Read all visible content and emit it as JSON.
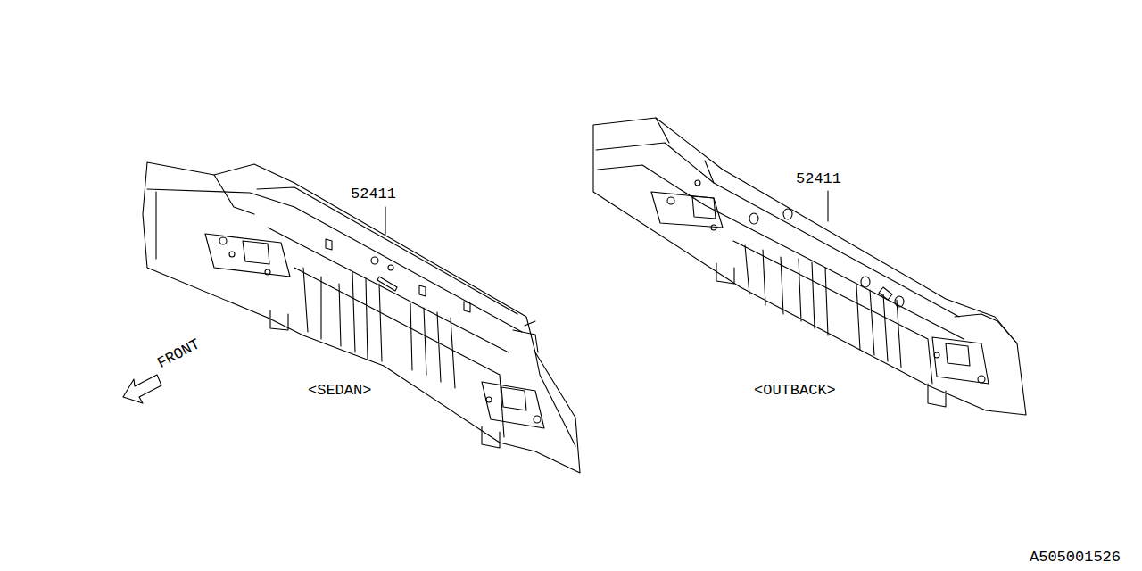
{
  "diagram": {
    "labels": [
      "52411",
      "<SEDAN>",
      "52411",
      "<OUTBACK>",
      "FRONT",
      "A505001526"
    ]
  }
}
